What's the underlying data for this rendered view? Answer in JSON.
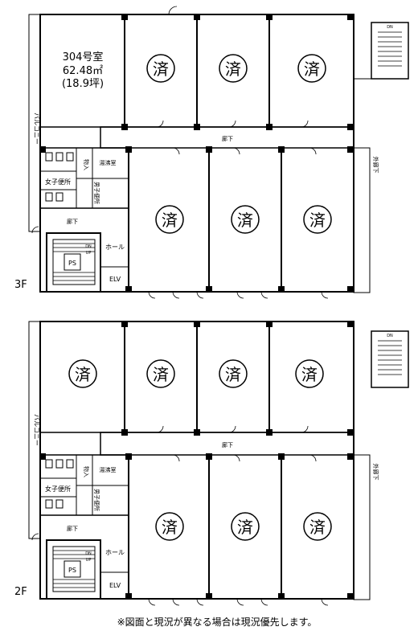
{
  "unit_304": {
    "name": "304号室",
    "area_m2": "62.48㎡",
    "area_tsubo": "(18.9坪)"
  },
  "labels": {
    "reserved": "済",
    "corridor": "廊下",
    "balcony": "バルコニー",
    "outer_corridor": "外廊下",
    "storage": "物入",
    "kitchenette": "湯沸室",
    "womens_restroom": "女子便所",
    "mens_restroom": "男子便所",
    "hall": "ホール",
    "elevator": "ELV",
    "pipe_shaft": "PS",
    "up": "UP",
    "dn": "DN"
  },
  "floors": [
    {
      "label": "3F"
    },
    {
      "label": "2F"
    }
  ],
  "footnote": "※図面と現況が異なる場合は現況優先します。"
}
